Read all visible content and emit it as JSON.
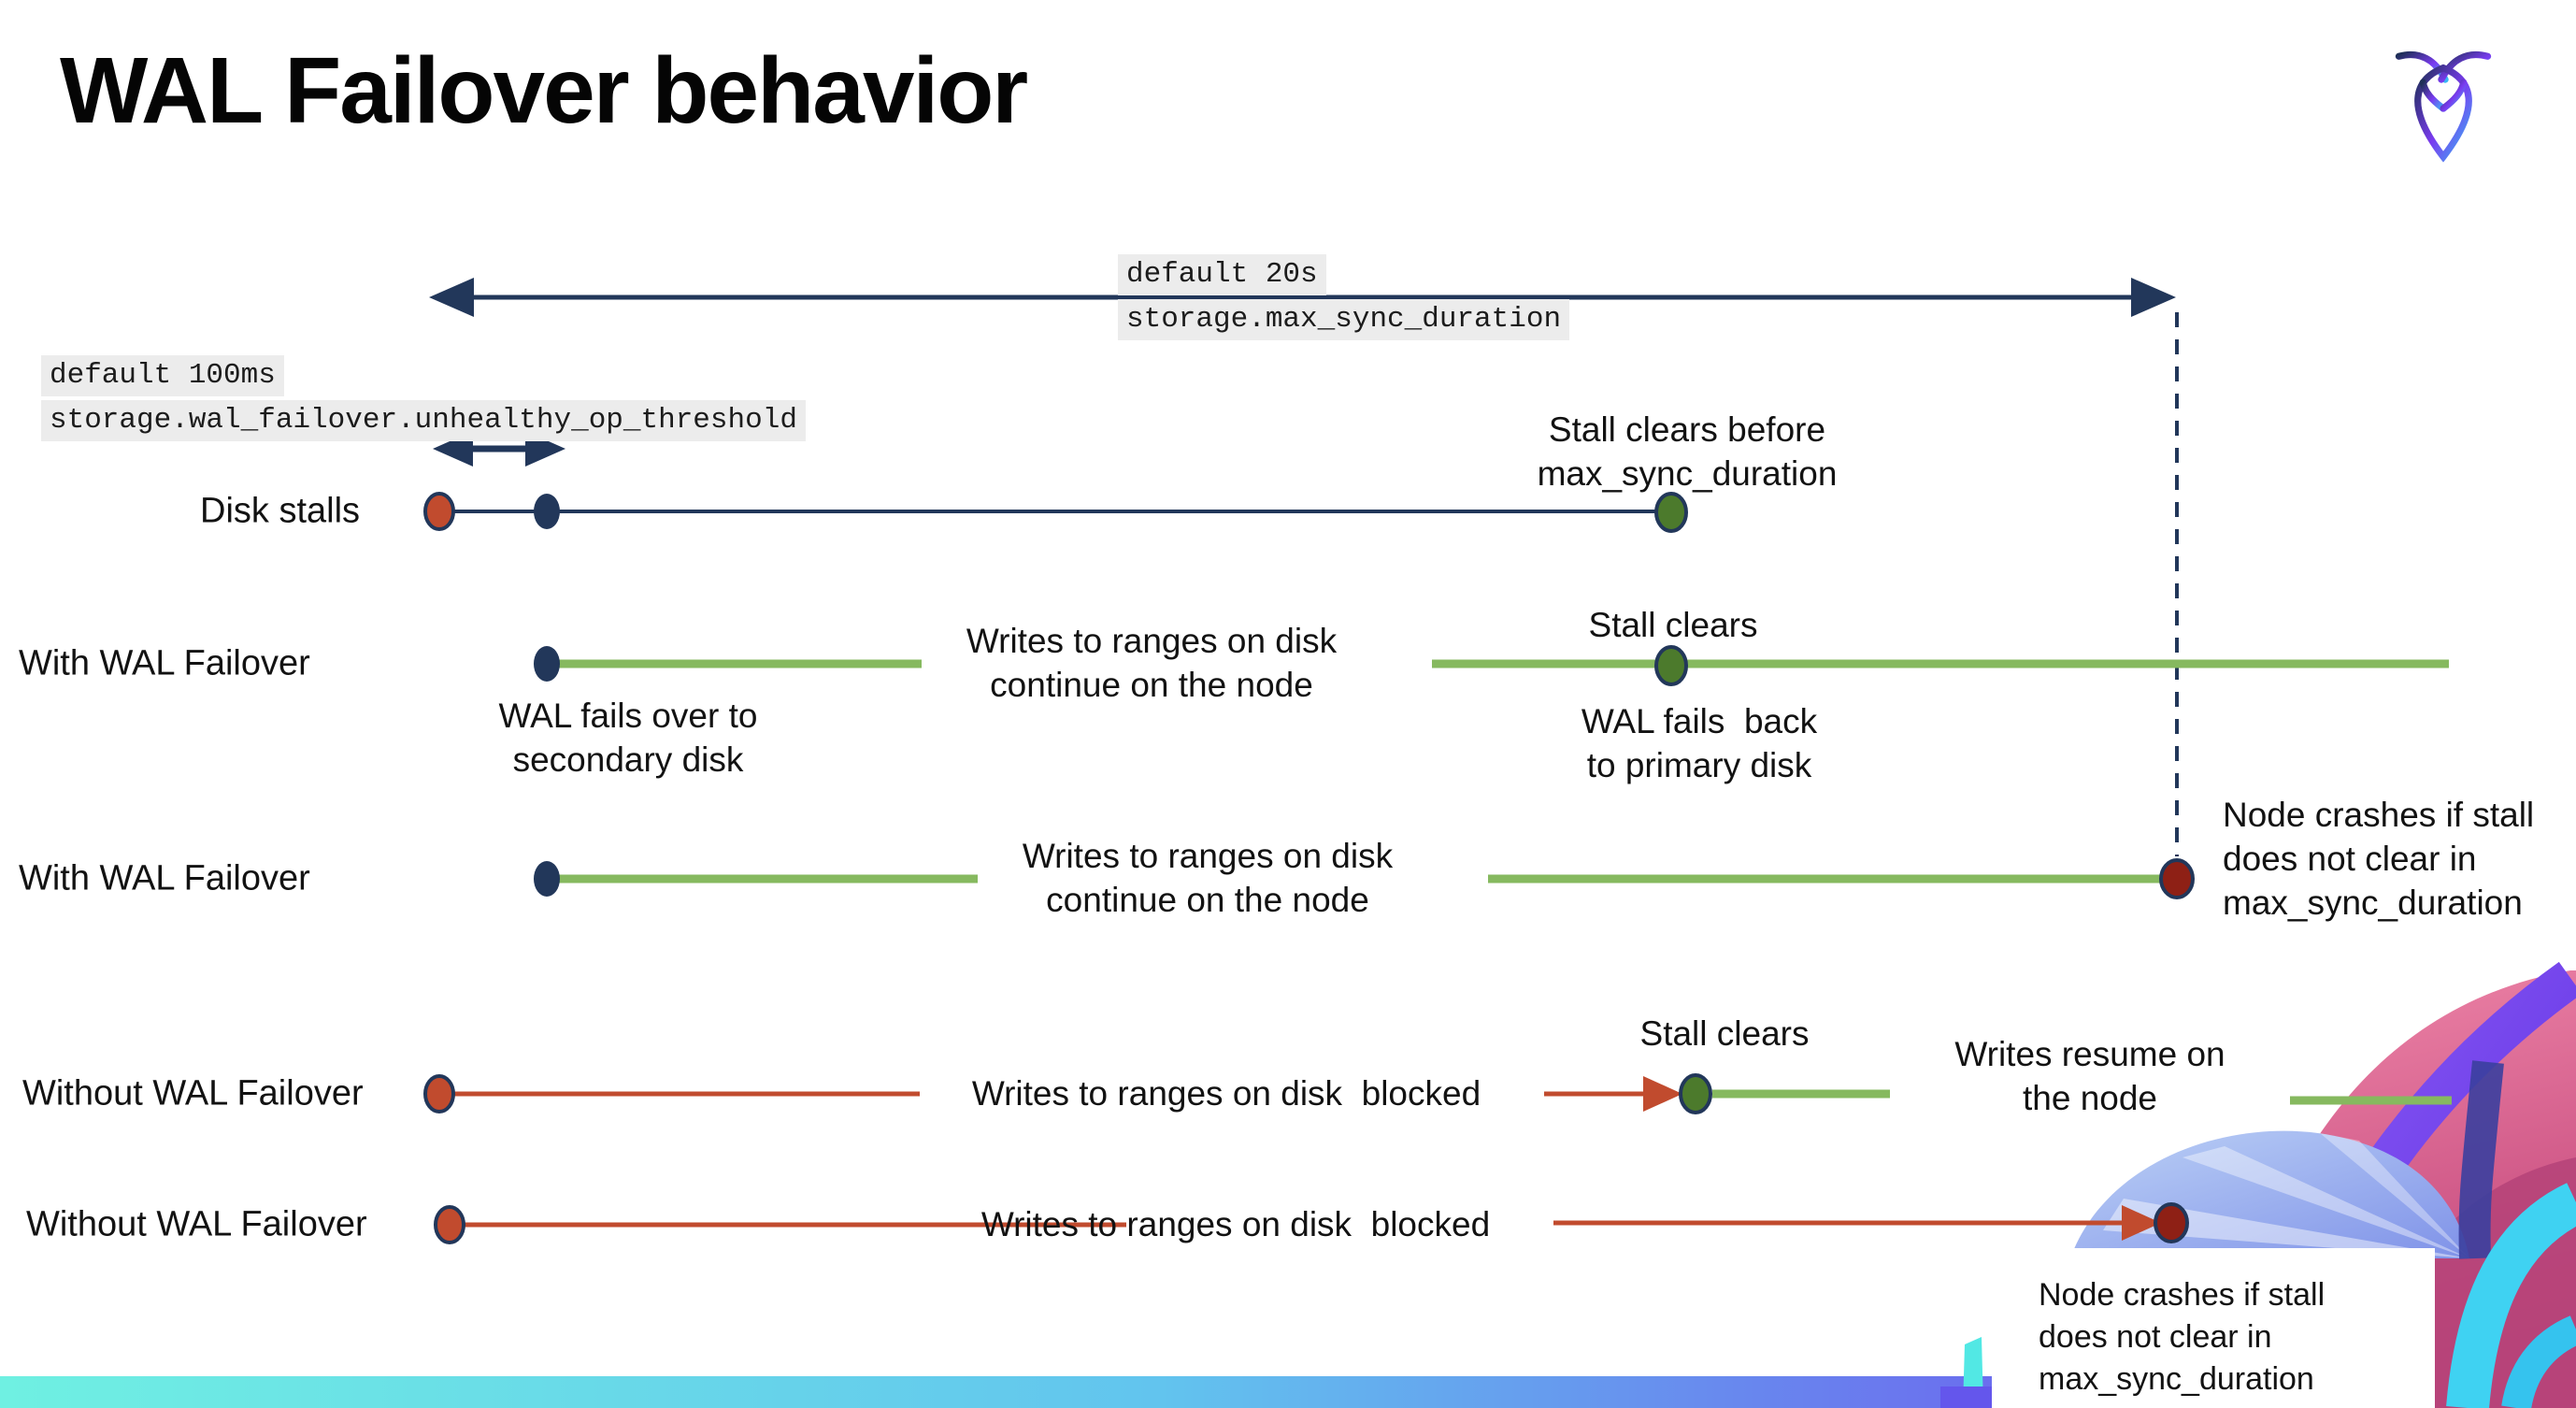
{
  "slide": {
    "title": "WAL Failover behavior"
  },
  "settings": {
    "max_sync_duration": {
      "default": "default 20s",
      "name": "storage.max_sync_duration"
    },
    "unhealthy_op_threshold": {
      "default": "default 100ms",
      "name": "storage.wal_failover.unhealthy_op_threshold"
    }
  },
  "rows": {
    "disk_stalls": {
      "label": "Disk stalls"
    },
    "with_wal_failover_1": {
      "label": "With WAL Failover"
    },
    "with_wal_failover_2": {
      "label": "With WAL Failover"
    },
    "without_wal_failover_1": {
      "label": "Without WAL Failover"
    },
    "without_wal_failover_2": {
      "label": "Without WAL Failover"
    }
  },
  "notes": {
    "stall_clears_before": "Stall clears before\nmax_sync_duration",
    "wal_fails_over": "WAL fails over to\nsecondary disk",
    "writes_continue_1": "Writes to ranges on disk\ncontinue on the node",
    "stall_clears_1": "Stall clears",
    "wal_fails_back": "WAL fails  back\nto primary disk",
    "writes_continue_2": "Writes to ranges on disk\ncontinue on the node",
    "node_crashes_1": "Node crashes if stall\ndoes not clear in\nmax_sync_duration",
    "writes_blocked_1": "Writes to ranges on disk  blocked",
    "stall_clears_2": "Stall clears",
    "writes_resume": "Writes resume on\nthe node",
    "writes_blocked_2": "Writes to ranges on disk  blocked",
    "node_crashes_2": "Node crashes if stall\ndoes not clear in\nmax_sync_duration"
  },
  "colors": {
    "navy": "#22375a",
    "green_line": "#86b95f",
    "green_dot": "#4c7a2c",
    "red": "#c14b2e",
    "dark_red": "#8e2015",
    "code_badge_bg": "#ececec",
    "bar_gradient_left": "#6ff0e2",
    "bar_gradient_right": "#6847ee"
  }
}
